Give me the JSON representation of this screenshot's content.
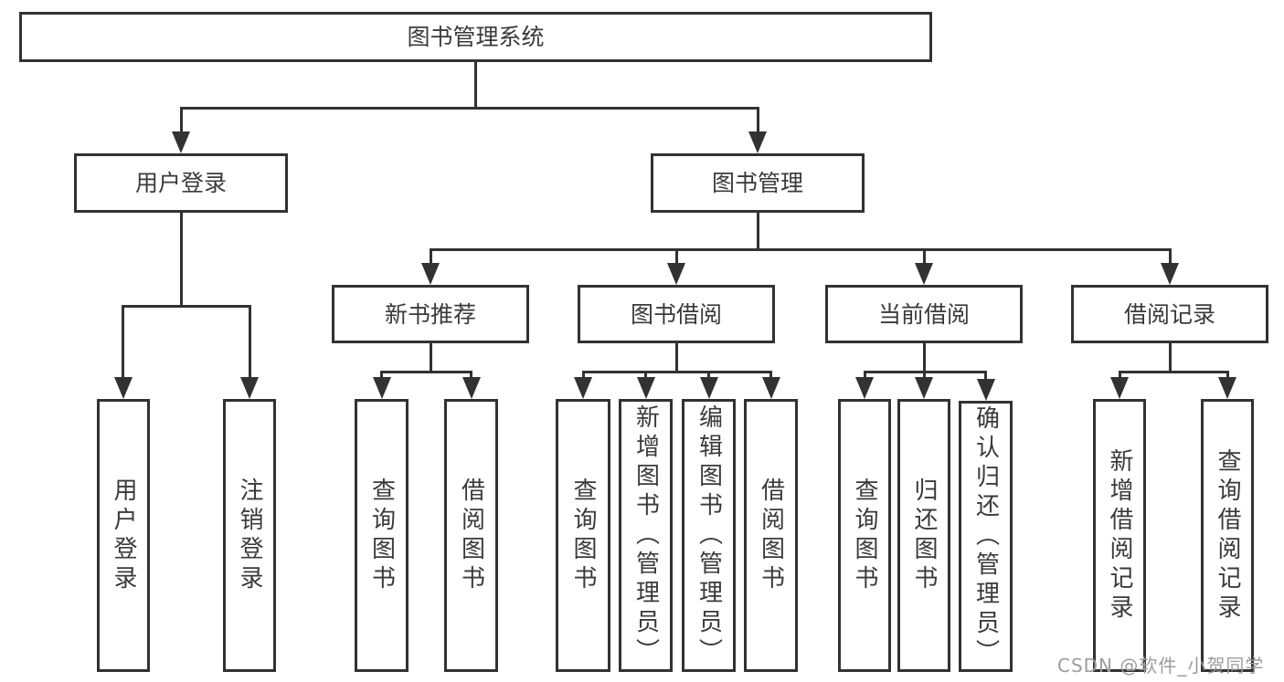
{
  "tree": {
    "root": {
      "label": "图书管理系统",
      "children": [
        {
          "label": "用户登录",
          "children": [
            {
              "label": "用户登录"
            },
            {
              "label": "注销登录"
            }
          ]
        },
        {
          "label": "图书管理",
          "children": [
            {
              "label": "新书推荐",
              "children": [
                {
                  "label": "查询图书"
                },
                {
                  "label": "借阅图书"
                }
              ]
            },
            {
              "label": "图书借阅",
              "children": [
                {
                  "label": "查询图书"
                },
                {
                  "label": "新增图书（管理员）"
                },
                {
                  "label": "编辑图书（管理员）"
                },
                {
                  "label": "借阅图书"
                }
              ]
            },
            {
              "label": "当前借阅",
              "children": [
                {
                  "label": "查询图书"
                },
                {
                  "label": "归还图书"
                },
                {
                  "label": "确认归还（管理员）"
                }
              ]
            },
            {
              "label": "借阅记录",
              "children": [
                {
                  "label": "新增借阅记录"
                },
                {
                  "label": "查询借阅记录"
                }
              ]
            }
          ]
        }
      ]
    }
  },
  "watermark": {
    "text": "CSDN @软件_小贺同学"
  },
  "colors": {
    "line": "#323232",
    "text": "#3a3a3a",
    "watermark": "#9c9c9c",
    "background": "#ffffff"
  }
}
